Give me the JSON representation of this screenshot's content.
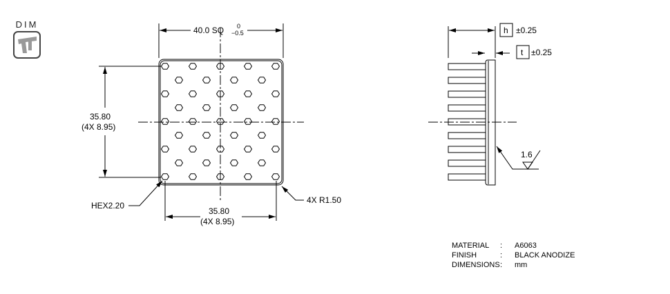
{
  "toolbar": {
    "dim_label": "DIM",
    "dim_icon": "caliper-icon"
  },
  "front_view": {
    "top_dimension": "40.0 SQ",
    "tol_upper": "0",
    "tol_lower": "−0.5",
    "left_dimension": "35.80",
    "left_dimension_sub": "(4X 8.95)",
    "bottom_dimension": "35.80",
    "bottom_dimension_sub": "(4X 8.95)",
    "hex_callout": "HEX2.20",
    "radius_callout": "4X R1.50"
  },
  "side_view": {
    "h_symbol": "h",
    "h_tol": "±0.25",
    "t_symbol": "t",
    "t_tol": "±0.25",
    "surface_finish": "1.6"
  },
  "notes": [
    {
      "key": "MATERIAL",
      "sep": ":",
      "value": "A6063"
    },
    {
      "key": "FINISH",
      "sep": ":",
      "value": "BLACK ANODIZE"
    },
    {
      "key": "DIMENSIONS",
      "sep": ":",
      "value": "mm"
    }
  ]
}
